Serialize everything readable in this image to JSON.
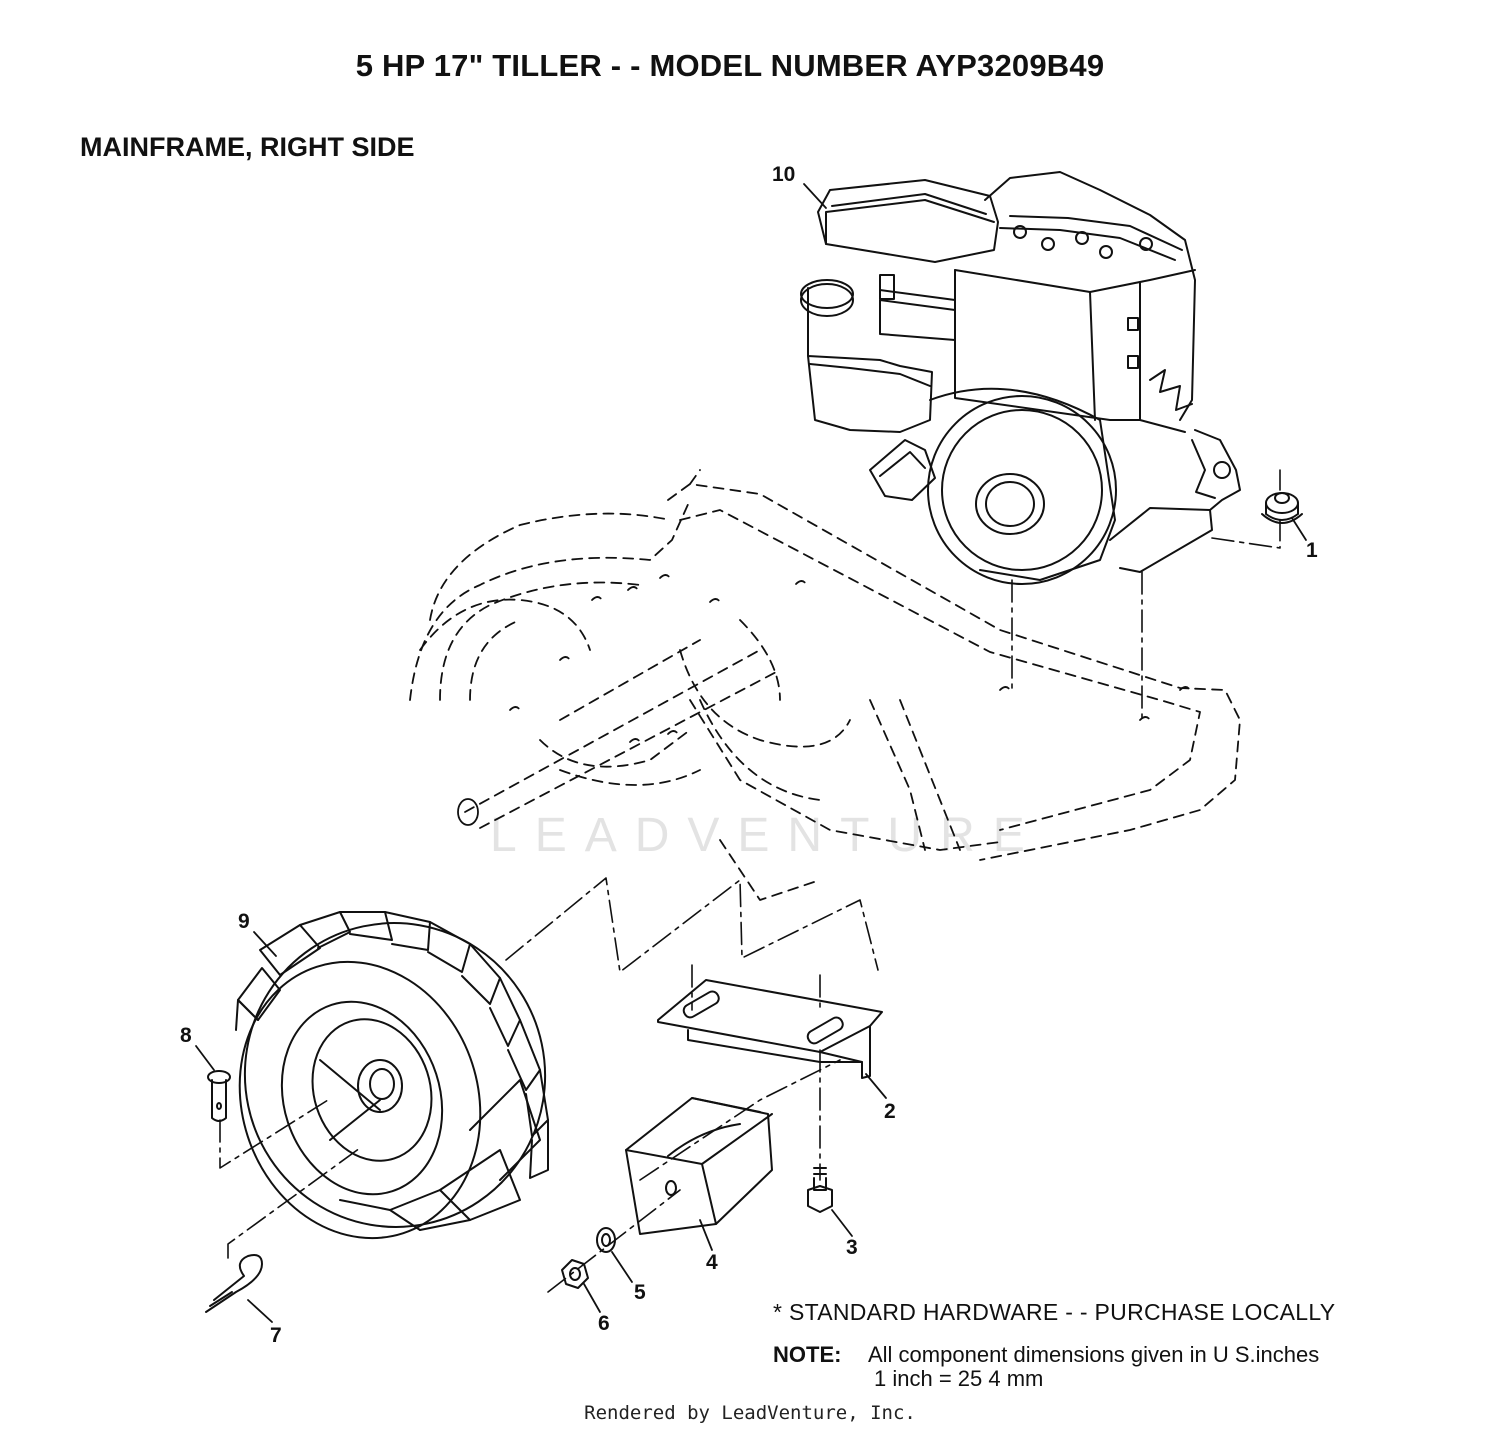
{
  "header": {
    "title": "5 HP 17\" TILLER - - MODEL NUMBER AYP3209B49",
    "subtitle": "MAINFRAME, RIGHT SIDE"
  },
  "callouts": {
    "c1": "1",
    "c2": "2",
    "c3": "3",
    "c4": "4",
    "c5": "5",
    "c6": "6",
    "c7": "7",
    "c8": "8",
    "c9": "9",
    "c10": "10"
  },
  "notes": {
    "standard_hardware": "* STANDARD HARDWARE - - PURCHASE LOCALLY",
    "note_label": "NOTE:",
    "note_line1": "All component dimensions given in U S.inches",
    "note_line2": "1 inch = 25 4 mm"
  },
  "watermark": "LEADVENTURE",
  "footer": "Rendered by LeadVenture, Inc."
}
